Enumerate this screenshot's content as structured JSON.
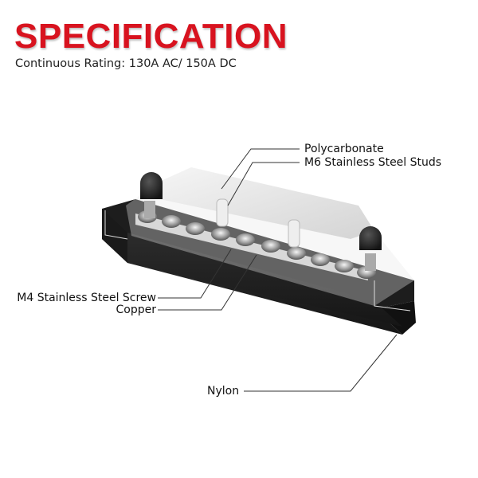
{
  "header": {
    "title": "SPECIFICATION",
    "subtitle": "Continuous Rating: 130A AC/ 150A DC",
    "title_color": "#d8131f"
  },
  "callouts": [
    {
      "label": "Polycarbonate",
      "side": "right"
    },
    {
      "label": "M6 Stainless Steel Studs",
      "side": "right"
    },
    {
      "label": "M4 Stainless Steel Screw",
      "side": "left"
    },
    {
      "label": "Copper",
      "side": "left"
    },
    {
      "label": "Nylon",
      "side": "left"
    }
  ],
  "product": {
    "name": "bus-bar-terminal-block",
    "screw_count": 10,
    "stud_count": 2
  }
}
